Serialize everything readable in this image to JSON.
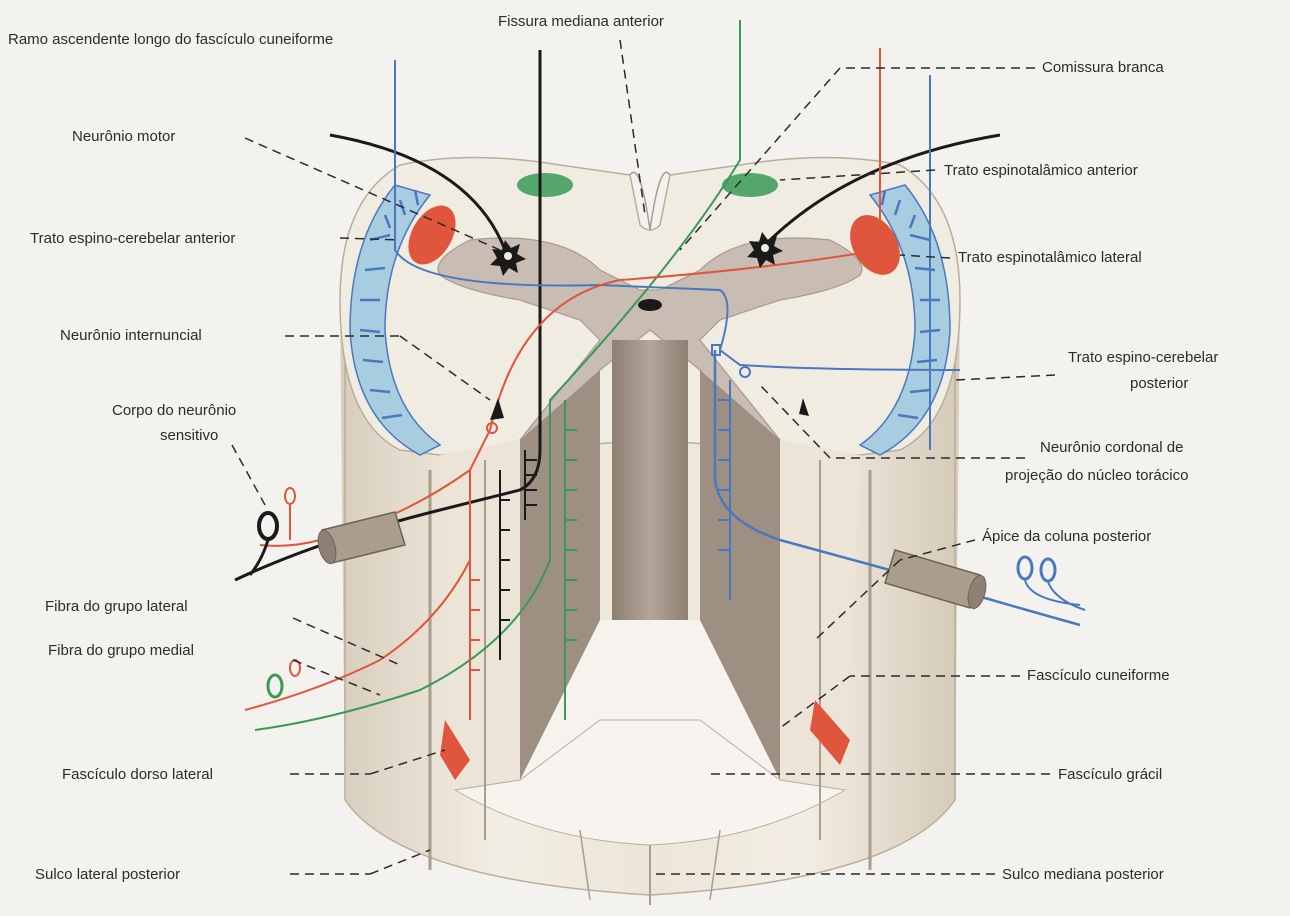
{
  "labels": {
    "ramo_ascendente": "Ramo ascendente longo do fascículo cuneiforme",
    "fissura_mediana_anterior": "Fissura mediana anterior",
    "comissura_branca": "Comissura branca",
    "neuronio_motor": "Neurônio motor",
    "trato_espinotalamico_anterior": "Trato espinotalâmico anterior",
    "trato_espino_cerebelar_anterior": "Trato espino-cerebelar anterior",
    "trato_espinotalamico_lateral": "Trato espinotalâmico lateral",
    "neuronio_internuncial": "Neurônio internuncial",
    "trato_espino_cerebelar_posterior_1": "Trato espino-cerebelar",
    "trato_espino_cerebelar_posterior_2": "posterior",
    "corpo_neuronio_sensitivo_1": "Corpo do neurônio",
    "corpo_neuronio_sensitivo_2": "sensitivo",
    "neuronio_cordonal_1": "Neurônio cordonal de",
    "neuronio_cordonal_2": "projeção do núcleo torácico",
    "apice_coluna_posterior": "Ápice da coluna posterior",
    "fibra_grupo_lateral": "Fibra do grupo lateral",
    "fibra_grupo_medial": "Fibra do grupo medial",
    "fasciculo_cuneiforme": "Fascículo cuneiforme",
    "fasciculo_dorso_lateral": "Fascículo dorso lateral",
    "fasciculo_gracil": "Fascículo grácil",
    "sulco_lateral_posterior": "Sulco lateral posterior",
    "sulco_mediana_posterior": "Sulco mediana posterior"
  },
  "colors": {
    "background": "#f4f2ee",
    "cord_surface": "#ebe4d6",
    "cord_shadow": "#cfc3b1",
    "gray_matter": "#c2b3aa",
    "tract_blue": "#4a78c0",
    "tract_blue_fill": "#a8cde0",
    "tract_red": "#e0563c",
    "tract_green": "#3a9a55",
    "neuron_black": "#1a1a1a",
    "label_text": "#2b2b2b"
  }
}
